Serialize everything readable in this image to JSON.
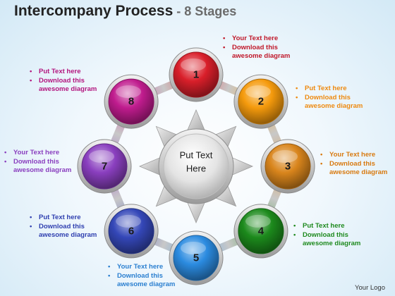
{
  "title": {
    "main": "Intercompany Process",
    "separator": " - ",
    "subtitle": "8 Stages"
  },
  "center": {
    "line1": "Put Text",
    "line2": "Here"
  },
  "stages": [
    {
      "number": "1",
      "color": "#d91f2a",
      "bullet1": "Your Text here",
      "bullet2a": "Download this",
      "bullet2b": "awesome diagram"
    },
    {
      "number": "2",
      "color": "#f59a0c",
      "bullet1": "Put Text here",
      "bullet2a": "Download this",
      "bullet2b": "awesome diagram"
    },
    {
      "number": "3",
      "color": "#d9851c",
      "bullet1": "Your Text here",
      "bullet2a": "Download this",
      "bullet2b": "awesome diagram"
    },
    {
      "number": "4",
      "color": "#1c8a1c",
      "bullet1": "Put Text here",
      "bullet2a": "Download this",
      "bullet2b": "awesome diagram"
    },
    {
      "number": "5",
      "color": "#2b8be0",
      "bullet1": "Your Text here",
      "bullet2a": "Download this",
      "bullet2b": "awesome diagram"
    },
    {
      "number": "6",
      "color": "#3447b8",
      "bullet1": "Put Text here",
      "bullet2a": "Download this",
      "bullet2b": "awesome diagram"
    },
    {
      "number": "7",
      "color": "#8a3fbf",
      "bullet1": "Your Text here",
      "bullet2a": "Download this",
      "bullet2b": "awesome diagram"
    },
    {
      "number": "8",
      "color": "#c01c8e",
      "bullet1": "Put Text here",
      "bullet2a": "Download this",
      "bullet2b": "awesome diagram"
    }
  ],
  "label_colors": [
    "#c0182a",
    "#ee8a10",
    "#d87a10",
    "#1f8a1f",
    "#2a7fd0",
    "#3040b0",
    "#8a3fbf",
    "#b3167f"
  ],
  "footer": {
    "logo_text": "Your Logo"
  }
}
